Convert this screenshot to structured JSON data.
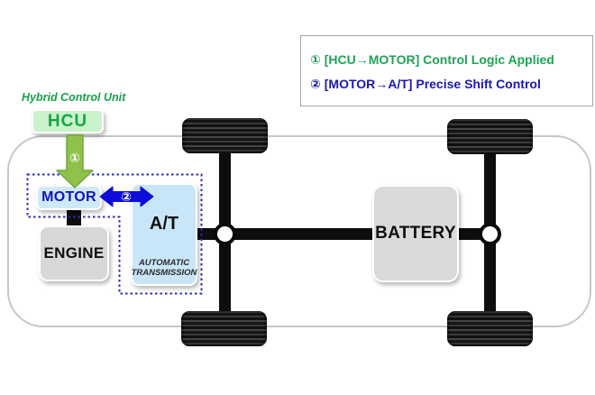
{
  "legend": {
    "items": [
      {
        "label": "① [HCU→MOTOR] Control Logic Applied",
        "color": "#1ea355"
      },
      {
        "label": "② [MOTOR→A/T] Precise Shift Control",
        "color": "#1b18ae"
      }
    ]
  },
  "vehicle": {
    "hcu": {
      "caption": "Hybrid Control Unit",
      "label": "HCU"
    },
    "motor": {
      "label": "MOTOR"
    },
    "engine": {
      "label": "ENGINE"
    },
    "transmission": {
      "label": "A/T",
      "caption_line1": "AUTOMATIC",
      "caption_line2": "TRANSMISSION"
    },
    "battery": {
      "label": "BATTERY"
    }
  },
  "flows": {
    "step1_badge": "①",
    "step2_badge": "②"
  },
  "colors": {
    "legend_green": "#1ea355",
    "legend_blue": "#1b18ae",
    "hcu_text_green": "#14a648",
    "hcu_fill_green": "#c9f3ca",
    "flow_arrow_green": "#8ec24b",
    "motor_text_blue": "#1412c4",
    "flow_arrow_blue": "#0d0cdb",
    "dotted_border_blue": "#2b28c0",
    "light_blue_fill": "#cfe9fa",
    "component_gray": "#d8d8d8",
    "chassis_gray": "#c6c6c6"
  }
}
